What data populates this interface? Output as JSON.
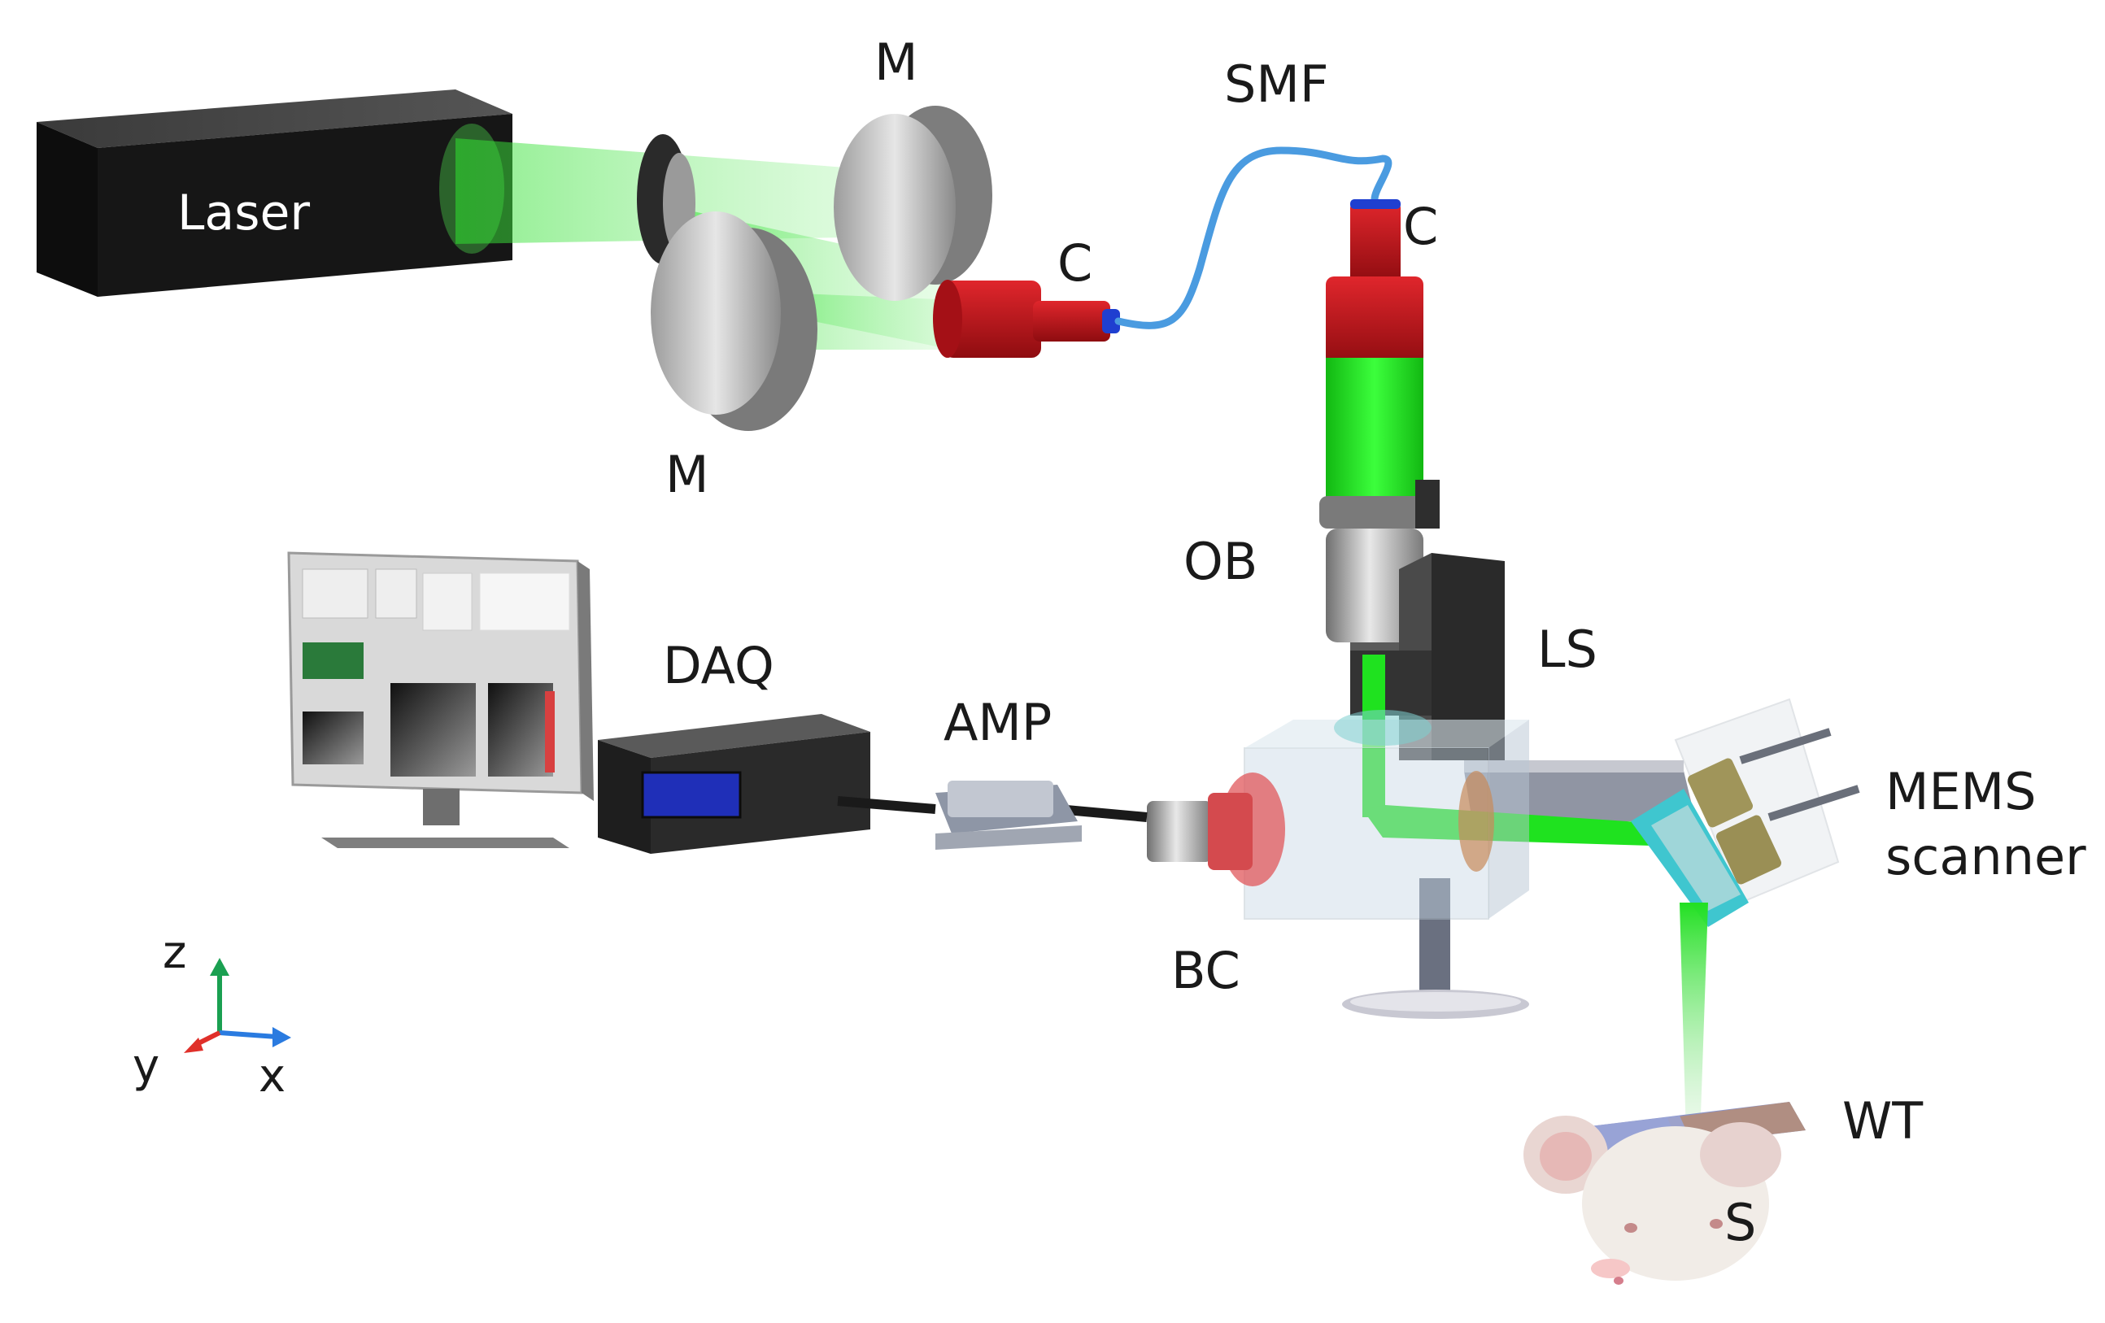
{
  "labels": {
    "laser": "Laser",
    "mirror_top": "M",
    "mirror_bottom": "M",
    "coupler_left": "C",
    "fiber": "SMF",
    "coupler_right": "C",
    "objective": "OB",
    "linear_stage": "LS",
    "daq": "DAQ",
    "amp": "AMP",
    "mems_line1": "MEMS",
    "mems_line2": "scanner",
    "beam_combiner": "BC",
    "window_tray": "WT",
    "sample": "S"
  },
  "axes": {
    "z": "z",
    "y": "y",
    "x": "x"
  },
  "colors": {
    "laser_body": "#161616",
    "beam_green": "#1fe21f",
    "coupler_red": "#c4151b",
    "fiber_blue": "#4a9be0",
    "mirror_gray": "#d7d7d7",
    "daq_screen": "#1f2fb8",
    "mems_cyan": "#3fc6cf",
    "axis_z": "#1aa051",
    "axis_y": "#e0302a",
    "axis_x": "#2a7be0"
  }
}
